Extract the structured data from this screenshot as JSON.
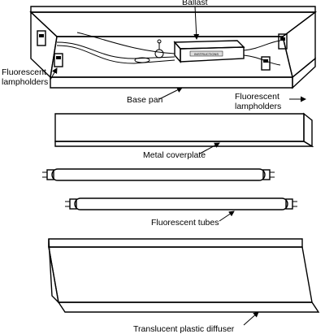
{
  "labels": {
    "ballast": "Ballast",
    "lampholders_left_line1": "Fluorescent",
    "lampholders_left_line2": "lampholders",
    "base_pan": "Base pan",
    "lampholders_right_line1": "Fluorescent",
    "lampholders_right_line2": "lampholders",
    "metal_coverplate": "Metal coverplate",
    "fluorescent_tubes": "Fluorescent tubes",
    "diffuser": "Translucent plastic diffuser"
  },
  "ballast_sticker": "INSTRUCTIONS"
}
